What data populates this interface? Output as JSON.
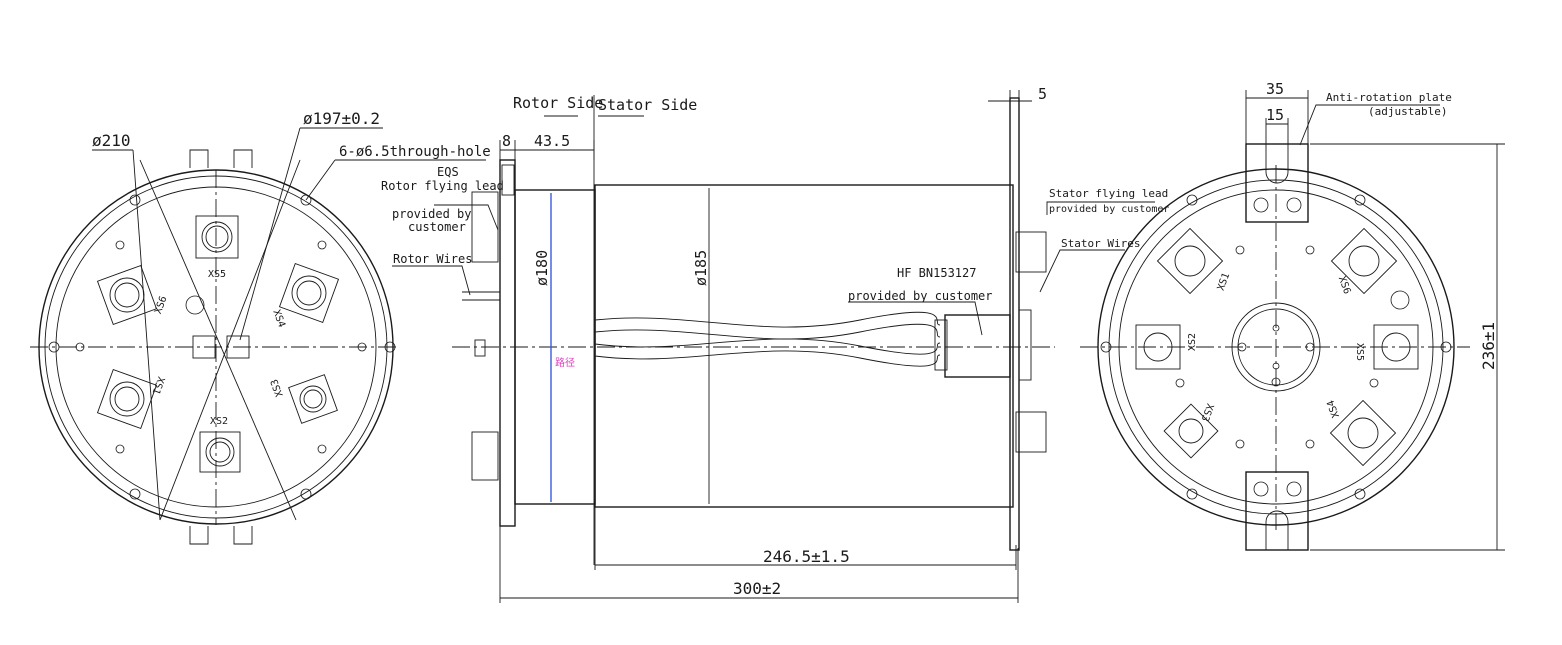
{
  "colors": {
    "line": "#1a1a1a",
    "radius_line": "#3b5bdb",
    "radius_label": "#e040c0",
    "background": "#ffffff"
  },
  "left_view": {
    "dims": {
      "d210": "ø210",
      "d197": "ø197±0.2",
      "holes": "6-ø6.5through-hole"
    },
    "connectors": {
      "xs5": "XS5",
      "xs6": "XS6",
      "xs4": "XS4",
      "xs1": "XS1",
      "xs3": "XS3",
      "xs2": "XS2"
    }
  },
  "side_view": {
    "rotor_side": "Rotor Side",
    "stator_side": "Stator Side",
    "dim_8": "8",
    "dim_43_5": "43.5",
    "dim_5": "5",
    "eqs": "EQS",
    "rotor_flying_lead": "Rotor flying lead",
    "provided_by": "provided by",
    "customer": "customer",
    "rotor_wires": "Rotor Wires",
    "d180": "ø180",
    "d185": "ø185",
    "radius_label": "路径",
    "hf": "HF  BN153127",
    "provided_by_customer": "provided by customer",
    "stator_flying_lead": "Stator flying lead",
    "stator_provided": "provided by customer",
    "stator_wires": "Stator Wires",
    "len_246": "246.5±1.5",
    "len_300": "300±2"
  },
  "right_view": {
    "dim_35": "35",
    "dim_15": "15",
    "anti_rotation": "Anti-rotation plate",
    "adjustable": "(adjustable)",
    "dim_236": "236±1",
    "connectors": {
      "xs1": "XS1",
      "xs6": "XS6",
      "xs2": "XS2",
      "xs5": "XS5",
      "xs3": "XS3",
      "xs4": "XS4"
    }
  }
}
